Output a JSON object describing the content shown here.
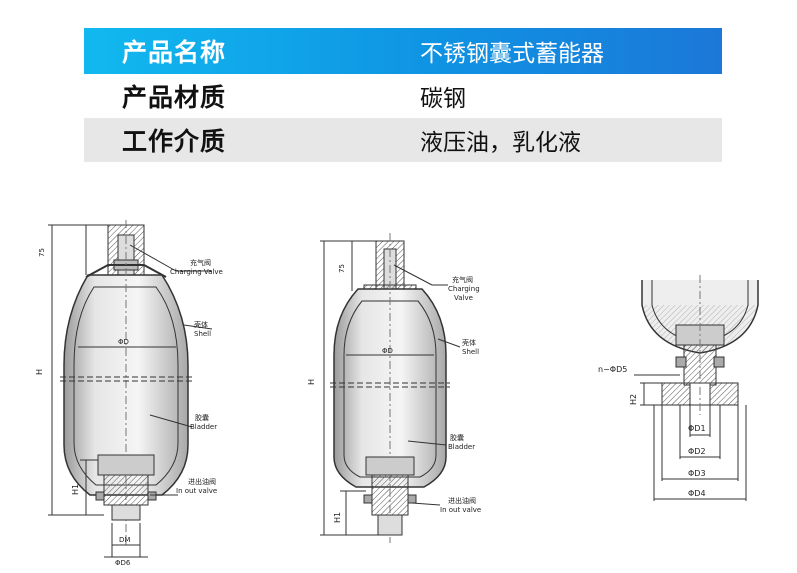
{
  "table": {
    "rows": [
      {
        "label": "产品名称",
        "value": "不锈钢囊式蓄能器"
      },
      {
        "label": "产品材质",
        "value": "碳钢"
      },
      {
        "label": "工作介质",
        "value": "液压油，乳化液"
      }
    ]
  },
  "diagram_left": {
    "dim_75": "75",
    "dim_H": "H",
    "dim_H1": "H1",
    "dim_DM": "DM",
    "dim_D6": "ΦD6",
    "dim_D": "ΦD",
    "charging_valve_cn": "充气阀",
    "charging_valve_en": "Charging Valve",
    "shell_cn": "壳体",
    "shell_en": "Shell",
    "bladder_cn": "胶囊",
    "bladder_en": "Bladder",
    "outlet_cn": "进出油阀",
    "outlet_en": "In out valve"
  },
  "diagram_middle": {
    "dim_75": "75",
    "dim_H": "H",
    "dim_H1": "H1",
    "dim_D": "ΦD",
    "charging_valve_cn": "充气阀",
    "charging_valve_en1": "Charging",
    "charging_valve_en2": "Valve",
    "shell_cn": "壳体",
    "shell_en": "Shell",
    "bladder_cn": "胶囊",
    "bladder_en": "Bladder",
    "outlet_cn": "进出油阀",
    "outlet_en": "In out valve"
  },
  "diagram_right": {
    "dim_nD5": "n−ΦD5",
    "dim_H2": "H2",
    "dim_D1": "ΦD1",
    "dim_D2": "ΦD2",
    "dim_D3": "ΦD3",
    "dim_D4": "ΦD4"
  }
}
